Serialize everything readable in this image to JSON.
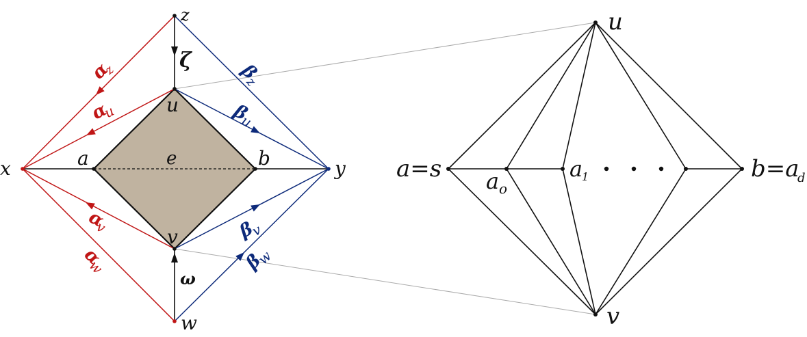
{
  "colors": {
    "red": "#c01616",
    "blue": "#0d2a7a",
    "black": "#111111",
    "fill": "#c0b3a0",
    "connector": "#aaaaaa"
  },
  "left_diagram": {
    "vertex_labels": {
      "z": "z",
      "x": "x",
      "y": "y",
      "w": "w",
      "u": "u",
      "v": "v",
      "a": "a",
      "b": "b",
      "e": "e"
    },
    "edge_labels": {
      "zeta": "ζ",
      "omega": "ω",
      "alpha_z": "α",
      "alpha_z_sub": "z",
      "alpha_u": "α",
      "alpha_u_sub": "u",
      "alpha_v": "α",
      "alpha_v_sub": "v",
      "alpha_w": "α",
      "alpha_w_sub": "w",
      "beta_z": "β",
      "beta_z_sub": "z",
      "beta_u": "β",
      "beta_u_sub": "u",
      "beta_v": "β",
      "beta_v_sub": "v",
      "beta_w": "β",
      "beta_w_sub": "w"
    }
  },
  "right_diagram": {
    "u": "u",
    "v": "v",
    "left_label": "a=s",
    "right_label_main": "b=a",
    "right_label_sub": "d",
    "a0_main": "a",
    "a0_sub": "o",
    "a1_main": "a",
    "a1_sub": "1",
    "ellipsis_dots": 3
  }
}
